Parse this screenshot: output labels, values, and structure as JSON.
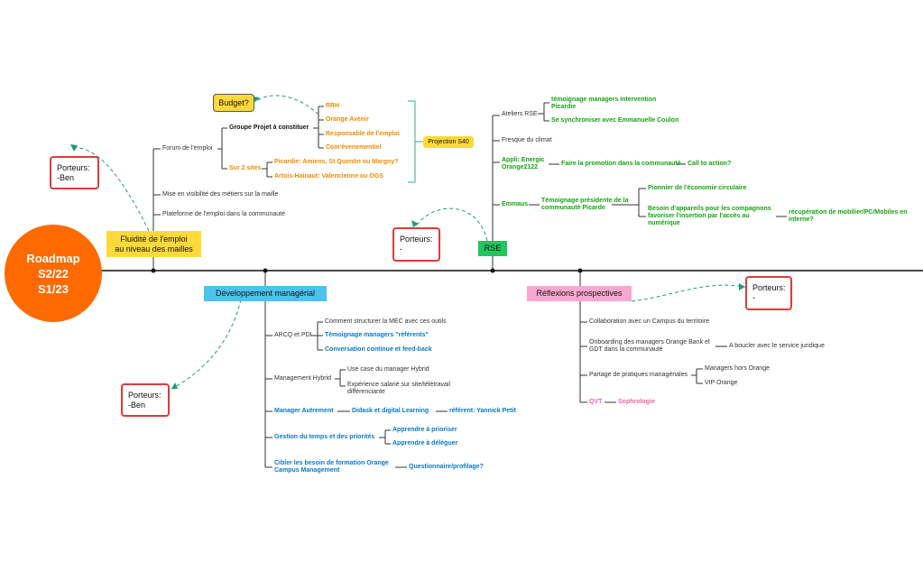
{
  "root": {
    "label": "Roadmap\nS2/22\nS1/23",
    "color": "#ff6a00"
  },
  "porteurs": {
    "fluidite": "Porteurs:\n-Ben",
    "rse": "Porteurs:\n-",
    "reflexions": "Porteurs:\n-",
    "developpement": "Porteurs:\n-Ben"
  },
  "topics": {
    "fluidite": "Fluidité de l'emploi\nau niveau des mailles",
    "developpement": "Développement managérial",
    "rse": "RSE",
    "reflexions": "Réflexions prospectives"
  },
  "fluidite": {
    "forum": "Forum de l'emploi",
    "groupe_projet": "Groupe Projet à constituer",
    "budget": "Budget?",
    "groupe_items": [
      "RRH",
      "Orange Avenir",
      "Responsable de l'emploi",
      "Com'évenementiel"
    ],
    "projection": "Projection S40",
    "sur2sites": "Sur 2 sites",
    "sites": [
      "Picardie: Amiens, St Quentin ou Margny?",
      "Artois-Hainaut: Valencienne ou OGS"
    ],
    "mise_en_visibilite": "Mise en visibilité des métiers sur la maille",
    "plateforme": "Plateforme de l'emploi dans la communauté"
  },
  "rse": {
    "ateliers": "Ateliers RSE",
    "temoignage_picardie": "témoignage managers intervention\nPicardie",
    "synchroniser": "Se synchroniser avec Emmanuelle Coulon",
    "fresque": "Fresque du climat",
    "appli": "Appli: Energic\nOrange2122",
    "promotion": "Faire la promotion dans la communauté",
    "call": "Call to action?",
    "emmaus": "Emmaus",
    "temoignage_presidente": "Témoignage présidente de la\ncommunauté Picarde",
    "pionnier": "Pionnier de l'économie circulaire",
    "besoin": "Besoin d'appareils pour les compagnons\nfavoriser l'insertion par l'accès au\nnumérique",
    "recuperation": "récupération de mobilier/PC/Mobiles en\ninterne?"
  },
  "developpement": {
    "arcq": "ARCQ et PDI",
    "arcq_items": [
      "Comment structurer la MEC avec ces outils",
      "Témoignage managers \"référents\"",
      "Conversation continue et feed-back"
    ],
    "hybrid": "Management Hybrid",
    "hybrid_items": [
      "Use case du manager Hybrid",
      "Expérience salarié sur site/télétravail\ndifférenciante"
    ],
    "autrement": "Manager Autrement",
    "didask": "Didask et digital Learning",
    "referent": "référent: Yannick Petit",
    "temps": "Gestion du temps et des priorités",
    "temps_items": [
      "Apprendre à prioriser",
      "Apprendre à déléguer"
    ],
    "cibler": "Cibler les besoin de formation Orange\nCampus Management",
    "questionnaire": "Questionnaire/profilage?"
  },
  "reflexions": {
    "collaboration": "Collaboration avec un Campus du territoire",
    "onboarding": "Onboarding des managers Orange Bank et\nGDT dans la communauté",
    "boucler": "A boucler avec le service juridique",
    "partage": "Partage de pratiques managériales",
    "partage_items": [
      "Managers hors Orange",
      "VIP Orange"
    ],
    "qvt": "QVT",
    "sophrologie": "Sophrologie"
  }
}
